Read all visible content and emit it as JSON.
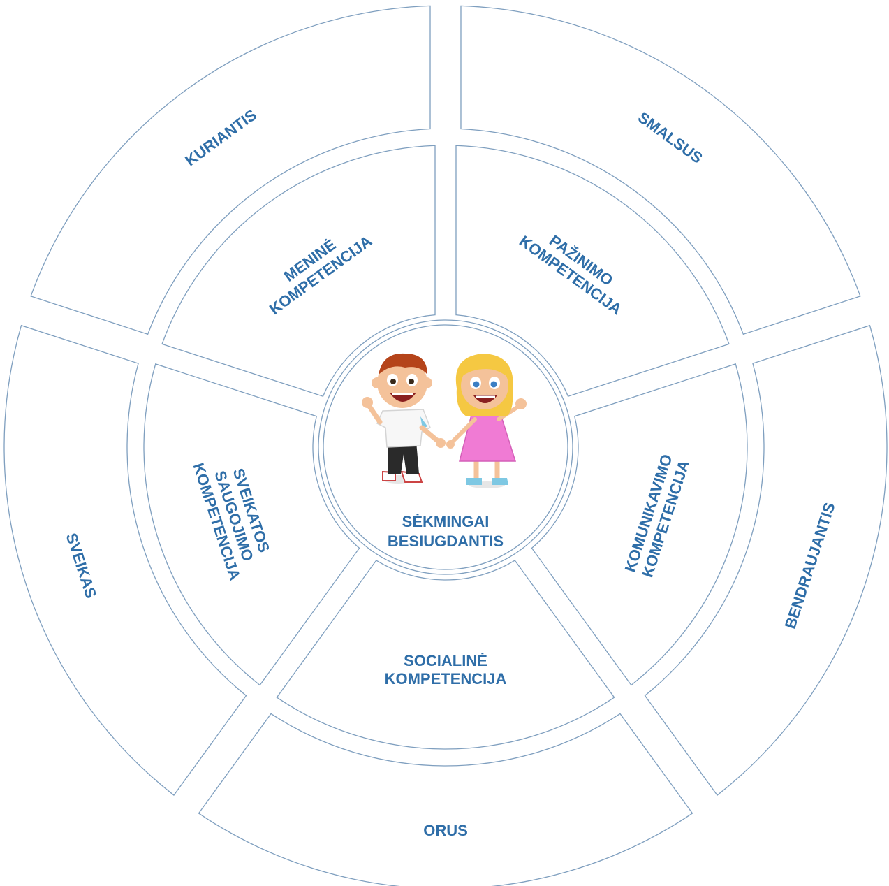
{
  "center": {
    "line1": "SĖKMINGAI",
    "line2": "BESIUGDANTIS",
    "illustration": "two-smiling-children-icon"
  },
  "outer_ring": [
    {
      "label": "KURIANTIS"
    },
    {
      "label": "SMALSUS"
    },
    {
      "label": "BENDRAUJANTIS"
    },
    {
      "label": "ORUS"
    },
    {
      "label": "SVEIKAS"
    }
  ],
  "inner_ring": [
    {
      "lines": [
        "MENINĖ",
        "KOMPETENCIJA"
      ]
    },
    {
      "lines": [
        "PAŽINIMO",
        "KOMPETENCIJA"
      ]
    },
    {
      "lines": [
        "KOMUNIKAVIMO",
        "KOMPETENCIJA"
      ]
    },
    {
      "lines": [
        "SOCIALINĖ",
        "KOMPETENCIJA"
      ]
    },
    {
      "lines": [
        "SVEIKATOS",
        "SAUGOJIMO",
        "KOMPETENCIJA"
      ]
    }
  ],
  "colors": {
    "label": "#2f6ea8",
    "outline": "#7f9fbf",
    "boy_hair": "#b5441a",
    "boy_shirt": "#f4f4f4",
    "girl_hair": "#f5c842",
    "girl_dress": "#f07bd4"
  }
}
